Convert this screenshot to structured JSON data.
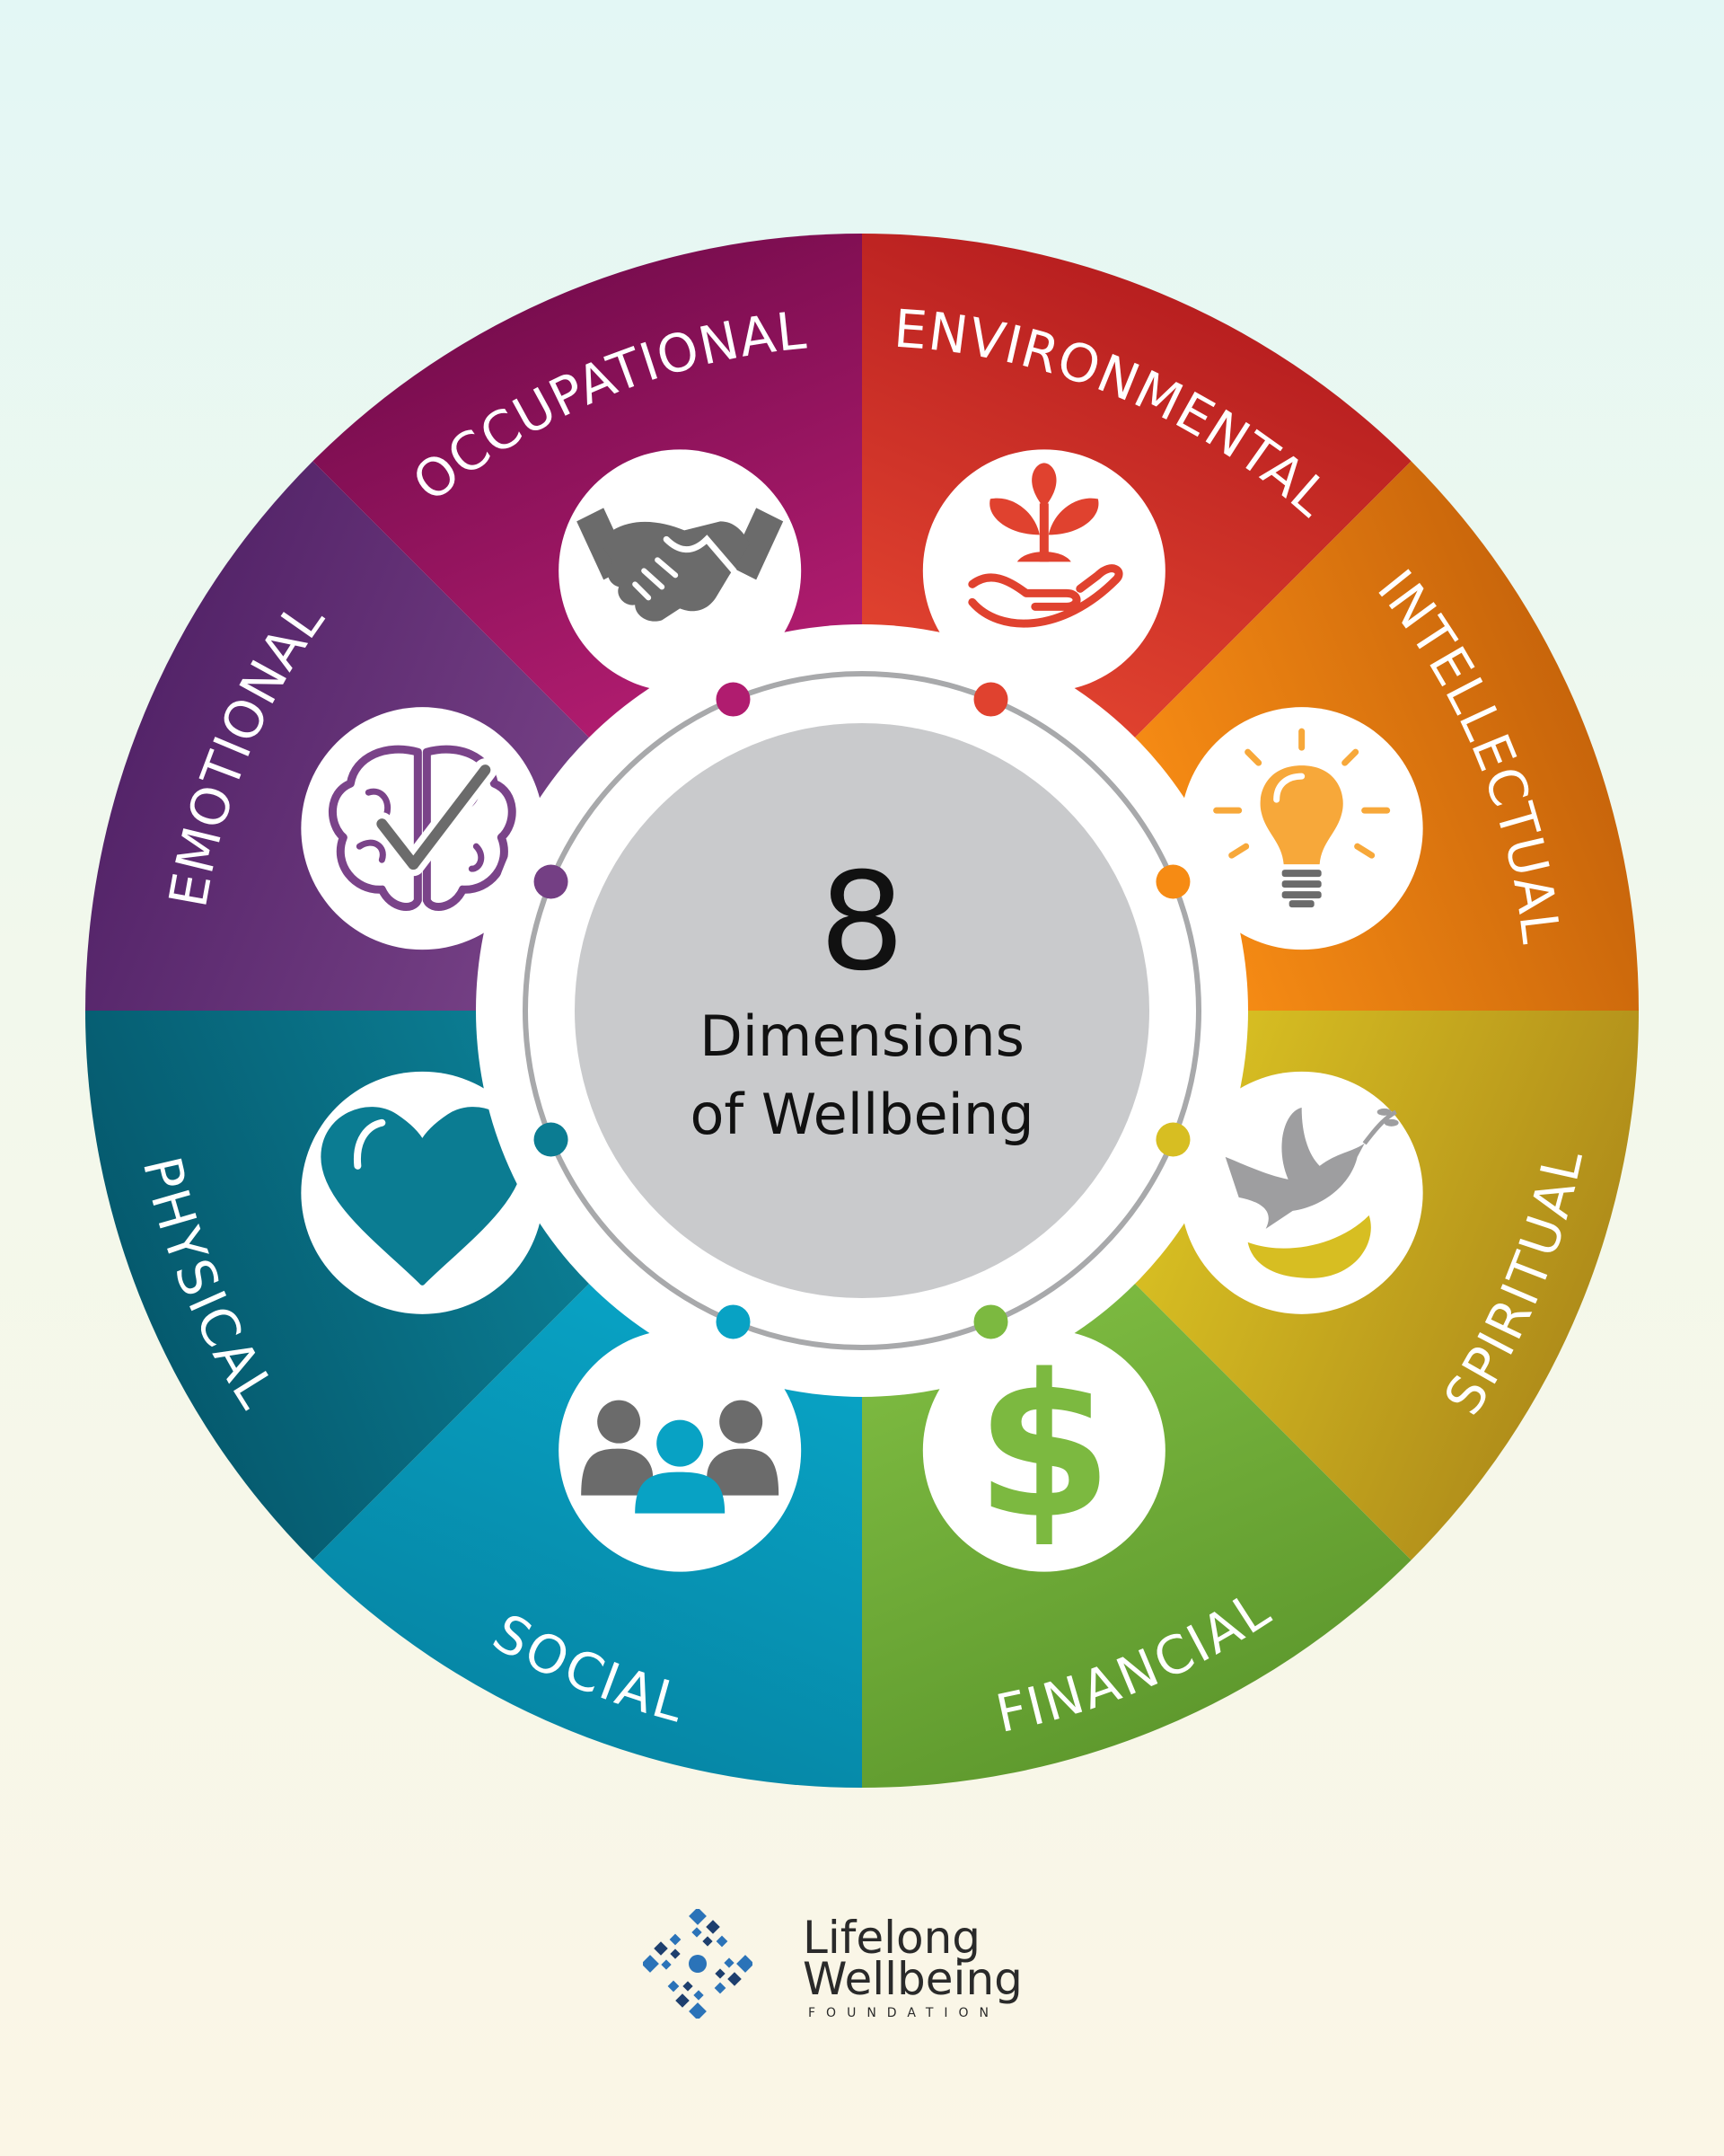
{
  "center": {
    "number": "8",
    "line1": "Dimensions",
    "line2": "of Wellbeing"
  },
  "segments": [
    {
      "key": "environmental",
      "label": "ENVIRONMENTAL",
      "icon": "plant-in-hand-icon",
      "color": "#e0422f",
      "color_dark": "#b81f20"
    },
    {
      "key": "intellectual",
      "label": "INTELLECTUAL",
      "icon": "lightbulb-icon",
      "color": "#f68b14",
      "color_dark": "#c8650b"
    },
    {
      "key": "spiritual",
      "label": "SPIRITUAL",
      "icon": "dove-icon",
      "color": "#d7be22",
      "color_dark": "#b08d1a"
    },
    {
      "key": "financial",
      "label": "FINANCIAL",
      "icon": "dollar-sign-icon",
      "color": "#7cb940",
      "color_dark": "#5f9a2e"
    },
    {
      "key": "social",
      "label": "SOCIAL",
      "icon": "group-icon",
      "color": "#08a2c4",
      "color_dark": "#0687a6"
    },
    {
      "key": "physical",
      "label": "PHYSICAL",
      "icon": "heart-icon",
      "color": "#0b7c92",
      "color_dark": "#055a6e"
    },
    {
      "key": "emotional",
      "label": "EMOTIONAL",
      "icon": "brain-check-icon",
      "color": "#743f84",
      "color_dark": "#542469"
    },
    {
      "key": "occupational",
      "label": "OCCUPATIONAL",
      "icon": "handshake-icon",
      "color": "#b01c6f",
      "color_dark": "#7a0d4f"
    }
  ],
  "icon_colors": {
    "icon_gray": "#6b6b6b",
    "center_gray": "#c9cacc",
    "ring_gray": "#a8a9ab"
  },
  "logo": {
    "line1": "Lifelong",
    "line2": "Wellbeing",
    "line3": "FOUNDATION",
    "color_blue": "#2b73b8",
    "color_navy": "#1e3f6e"
  }
}
